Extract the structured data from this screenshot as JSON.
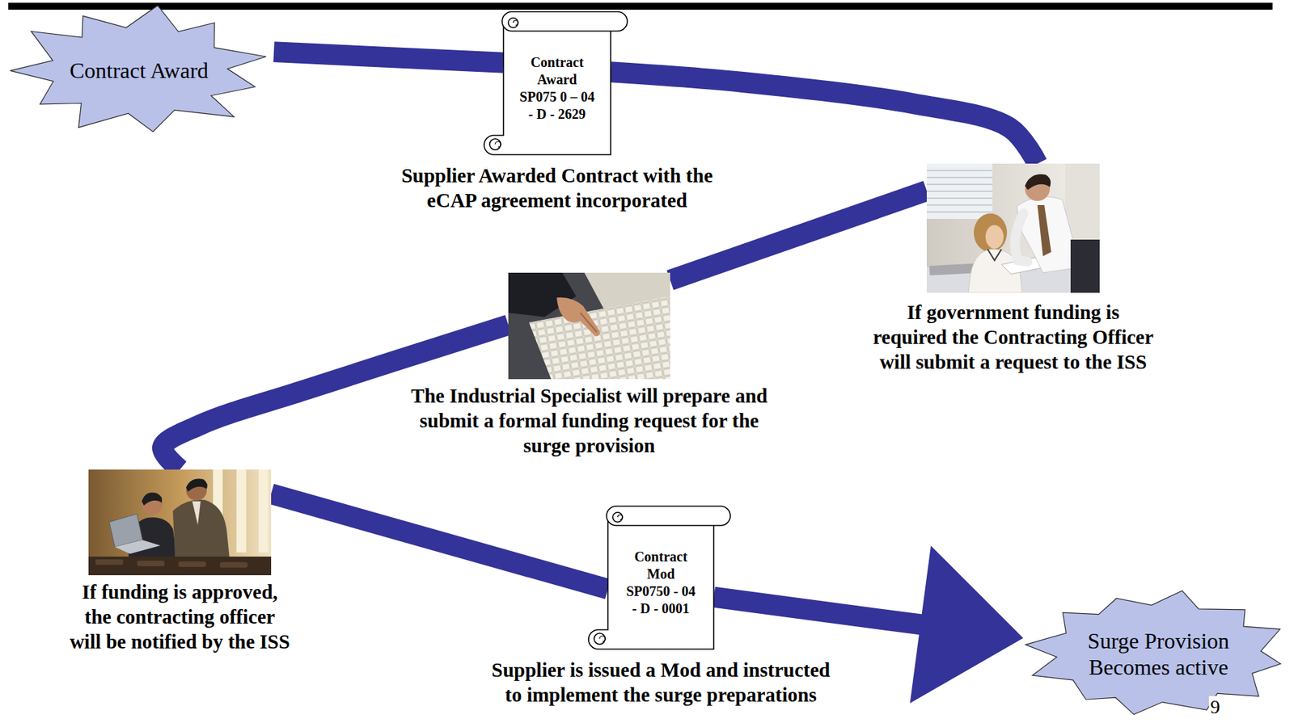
{
  "diagram": {
    "nodes": [
      {
        "text": [
          "Contract Award"
        ]
      },
      {
        "text": [
          "Contract Award SP075 0 – 04 - D - 2629",
          "Supplier Awarded Contract with the eCAP agreement incorporated"
        ]
      },
      {
        "text": [
          "If government funding is required the Contracting Officer will submit a request to the ISS"
        ]
      },
      {
        "text": [
          "The Industrial Specialist will prepare and submit a formal funding request for the surge provision"
        ]
      },
      {
        "text": [
          "If funding is approved, the contracting officer will be notified by the ISS"
        ]
      },
      {
        "text": [
          "Contract Mod SP0750 - 04 - D - 0001",
          "Supplier is issued a Mod and instructed to implement the surge preparations"
        ]
      },
      {
        "text": [
          "Surge Provision Becomes active"
        ]
      }
    ],
    "edges": [
      {
        "from": 0,
        "to": 1,
        "arrow": "none"
      },
      {
        "from": 1,
        "to": 2,
        "arrow": "none"
      },
      {
        "from": 2,
        "to": 3,
        "arrow": "none"
      },
      {
        "from": 3,
        "to": 4,
        "arrow": "none"
      },
      {
        "from": 4,
        "to": 5,
        "arrow": "none"
      },
      {
        "from": 5,
        "to": 6,
        "arrow": "to"
      }
    ],
    "labels": [
      "9"
    ]
  }
}
